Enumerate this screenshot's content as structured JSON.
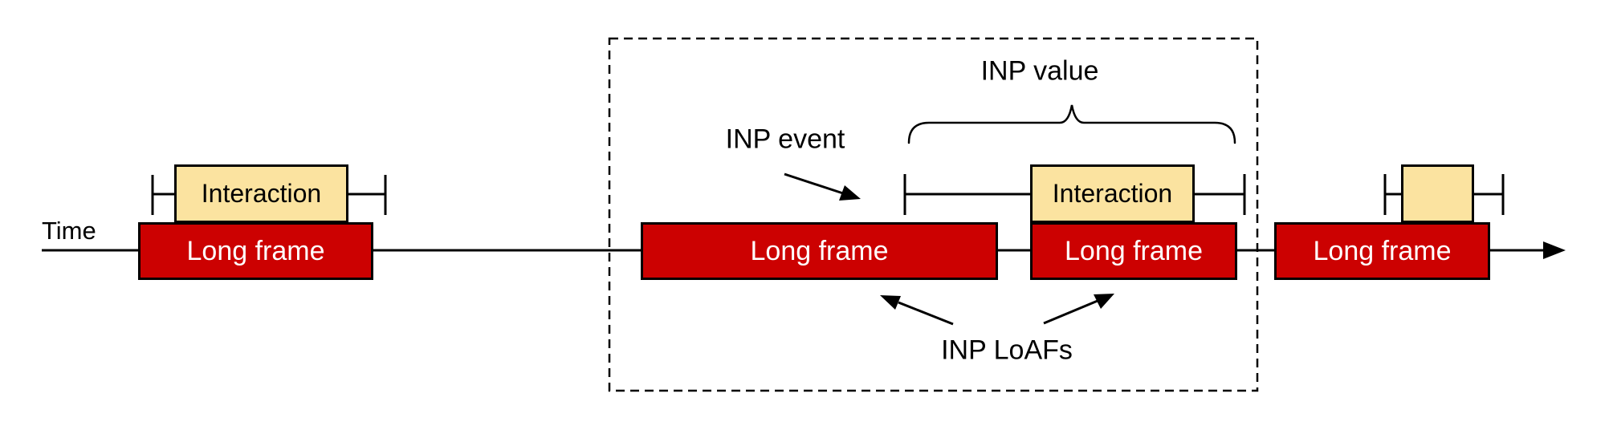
{
  "diagram": {
    "timeline": {
      "label": "Time"
    },
    "boxes": {
      "long_frame_label": "Long frame",
      "interaction_label": "Interaction"
    },
    "annotations": {
      "inp_event": "INP event",
      "inp_value": "INP value",
      "inp_loafs": "INP LoAFs"
    },
    "colors": {
      "long_frame_fill": "#cc0101",
      "interaction_fill": "#fbe3a0",
      "outline": "#000000",
      "long_frame_text": "#ffffff",
      "annotation_text": "#000000",
      "background": "#ffffff"
    }
  }
}
